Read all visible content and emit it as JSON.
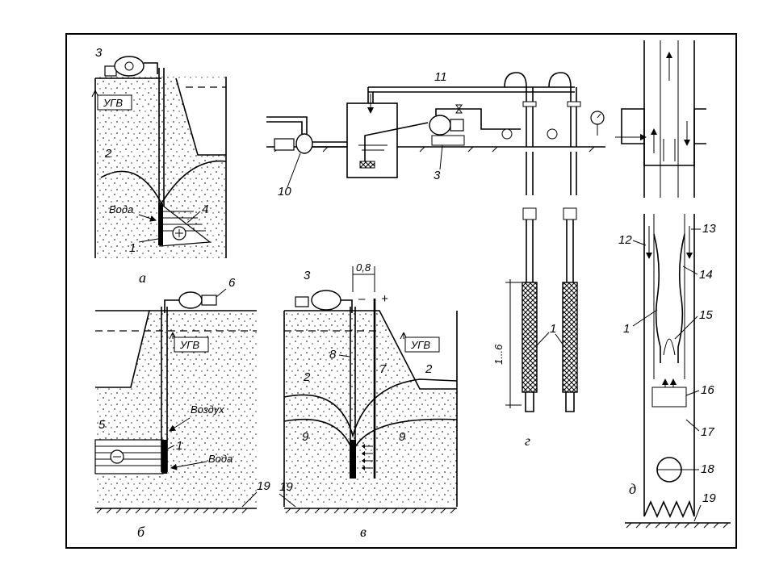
{
  "panels": {
    "a": {
      "caption": "а",
      "labels": {
        "n3": "3",
        "ugv": "УГВ",
        "n2": "2",
        "water": "Вода",
        "n4": "4",
        "n1": "1"
      }
    },
    "b": {
      "caption": "б",
      "labels": {
        "n6": "6",
        "ugv": "УГВ",
        "air": "Воздух",
        "n5": "5",
        "n1": "1",
        "water": "Вода",
        "n19": "19"
      }
    },
    "v": {
      "caption": "в",
      "labels": {
        "n3": "3",
        "dim": "0,8",
        "minus": "–",
        "plus": "+",
        "ugv": "УГВ",
        "n8": "8",
        "n7": "7",
        "n2a": "2",
        "n2b": "2",
        "n9a": "9",
        "n9b": "9",
        "n19": "19"
      }
    },
    "g": {
      "caption": "г",
      "labels": {
        "n11": "11",
        "n10": "10",
        "n3": "3",
        "dim": "1...6",
        "n1": "1"
      }
    },
    "d": {
      "caption": "д",
      "labels": {
        "n13": "13",
        "n12": "12",
        "n14": "14",
        "n1": "1",
        "n15": "15",
        "n16": "16",
        "n17": "17",
        "n18": "18",
        "n19": "19"
      }
    }
  }
}
